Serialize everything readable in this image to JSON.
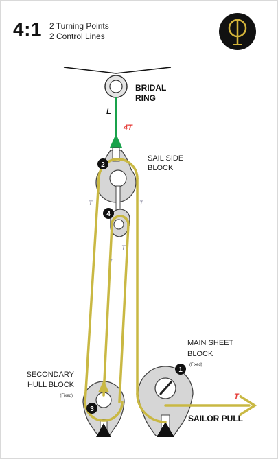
{
  "header": {
    "ratio": "4:1",
    "line1": "2 Turning Points",
    "line2": "2 Control Lines"
  },
  "labels": {
    "bridal_ring_1": "BRIDAL",
    "bridal_ring_2": "RING",
    "sail_side_block_1": "SAIL SIDE",
    "sail_side_block_2": "BLOCK",
    "secondary_hull_block_1": "SECONDARY",
    "secondary_hull_block_2": "HULL BLOCK",
    "secondary_hull_fixed": "(Fixed)",
    "main_sheet_block_1": "MAIN SHEET",
    "main_sheet_block_2": "BLOCK",
    "main_sheet_fixed": "(Fixed)",
    "sailor_pull": "SAILOR PULL",
    "length": "L",
    "load_4t": "4T",
    "tension_t": "T"
  },
  "markers": {
    "m1": "1",
    "m2": "2",
    "m3": "3",
    "m4": "4"
  },
  "colors": {
    "rope": "#c9b843",
    "green_line": "#19a24b",
    "block_fill": "#d6d6d6",
    "block_stroke": "#444444",
    "tension_red": "#e53935",
    "logo_bg": "#111111",
    "logo_gold": "#d4b43a"
  }
}
